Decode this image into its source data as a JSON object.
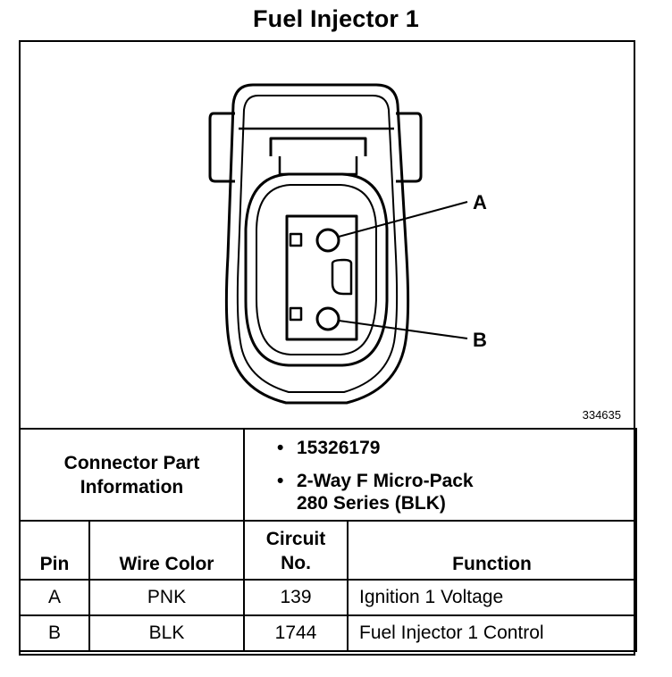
{
  "title": "Fuel Injector 1",
  "figure_number": "334635",
  "pin_labels": {
    "a": "A",
    "b": "B"
  },
  "connector_info": {
    "label": "Connector Part Information",
    "details": [
      "15326179",
      "2-Way F Micro-Pack 280 Series (BLK)"
    ]
  },
  "table": {
    "headers": {
      "pin": "Pin",
      "wire_color": "Wire Color",
      "circuit": "Circuit No.",
      "function": "Function"
    },
    "rows": [
      {
        "pin": "A",
        "wire_color": "PNK",
        "circuit": "139",
        "function": "Ignition 1 Voltage"
      },
      {
        "pin": "B",
        "wire_color": "BLK",
        "circuit": "1744",
        "function": "Fuel Injector 1 Control"
      }
    ]
  }
}
